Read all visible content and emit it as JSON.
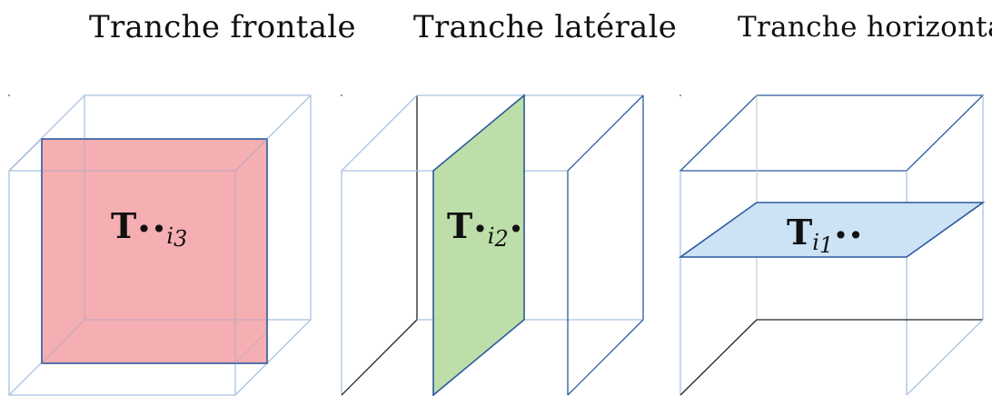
{
  "titles": {
    "frontal": "Tranche frontale",
    "lateral": "Tranche latérale",
    "horizontal": "Tranche horizontale"
  },
  "labels": {
    "frontal": {
      "letter": "T",
      "pre_dots": "••",
      "subscript": "i",
      "index": "3",
      "post_dots": ""
    },
    "lateral": {
      "letter": "T",
      "pre_dots": "•",
      "subscript": "i",
      "index": "2",
      "post_dots": "•"
    },
    "horizontal": {
      "letter": "T",
      "pre_dots": "",
      "subscript": "i",
      "index": "1",
      "post_dots": "••"
    }
  },
  "colors": {
    "frontal_fill": "#f4a7ab",
    "lateral_fill": "#b9dca4",
    "horizontal_fill": "#c9e0f4",
    "edge_light": "#a9c3e0",
    "edge_dark": "#2b5a9e",
    "edge_black": "#222222"
  }
}
